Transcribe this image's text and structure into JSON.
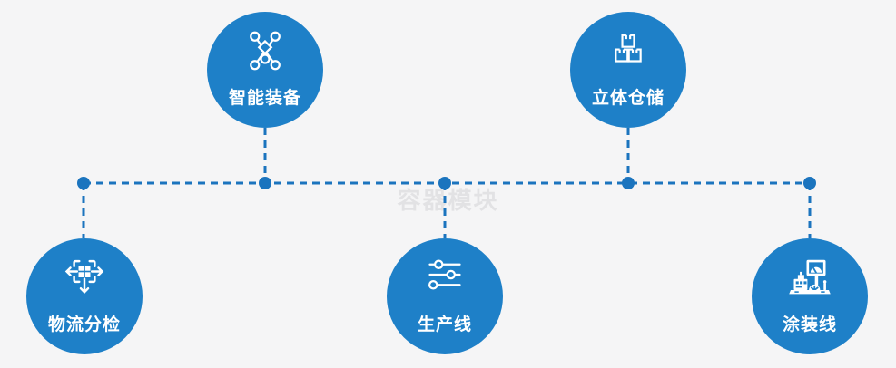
{
  "watermark": "容器模块",
  "colors": {
    "background": "#f5f5f6",
    "circle_fill": "#1e80c8",
    "connector": "#1b74be",
    "icon": "#ffffff",
    "label_text": "#ffffff",
    "watermark_text": "#e2e2e4"
  },
  "nodes": [
    {
      "label": "智能装备",
      "icon": "network-nodes-icon"
    },
    {
      "label": "立体仓储",
      "icon": "stacked-boxes-icon"
    },
    {
      "label": "物流分检",
      "icon": "sorting-arrows-icon"
    },
    {
      "label": "生产线",
      "icon": "sliders-icon"
    },
    {
      "label": "涂装线",
      "icon": "machine-monitor-icon"
    }
  ]
}
